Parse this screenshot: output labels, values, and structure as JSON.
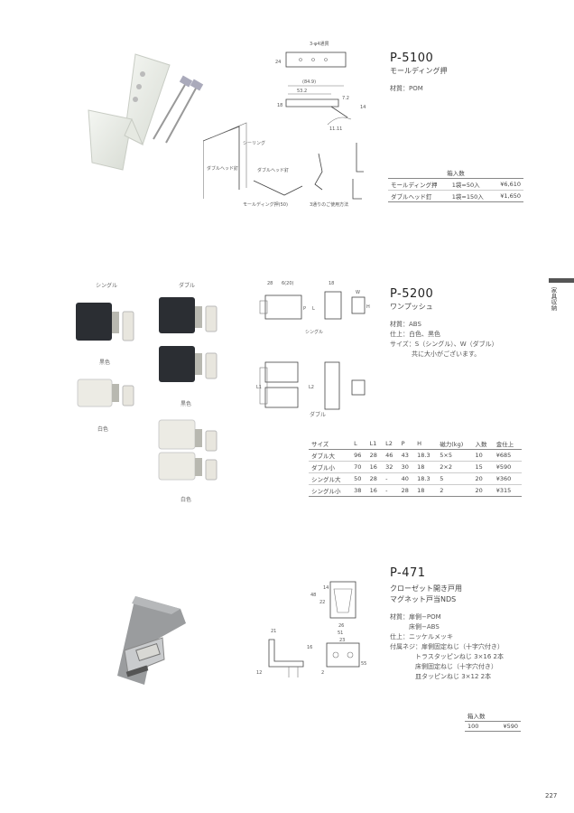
{
  "side_tab": {
    "label": "家具収納"
  },
  "page_number": "227",
  "p5100": {
    "code": "P-5100",
    "name": "モールディング押",
    "material": "材質：POM",
    "drawing": {
      "hole": "3-φ4通貫",
      "d24": "24",
      "d849": "(84.9)",
      "d532": "53.2",
      "d18": "18",
      "d72": "7.2",
      "d14": "14",
      "d1111": "11.11",
      "ceiling": "シーリング",
      "nail1": "ダブルヘッド釘",
      "nail2": "ダブルヘッド釘",
      "molding": "モールディング押(50)",
      "usage": "3通りのご使用方法"
    },
    "table": {
      "header": "箱入数",
      "rows": [
        [
          "モールディング押",
          "1袋=50入",
          "¥6,610"
        ],
        [
          "ダブルヘッド釘",
          "1袋=150入",
          "¥1,650"
        ]
      ]
    }
  },
  "p5200": {
    "code": "P-5200",
    "name": "ワンプッシュ",
    "specs": [
      "材質：ABS",
      "仕上：白色、黒色",
      "サイズ：S（シングル）、W（ダブル）",
      "共に大小がございます。"
    ],
    "photo_labels": {
      "single": "シングル",
      "double": "ダブル",
      "black1": "黒色",
      "white1": "白色",
      "black2": "黒色",
      "white2": "白色"
    },
    "drawing": {
      "single": "シングル",
      "double": "ダブル",
      "d28": "28",
      "d60": "6(20)",
      "d18": "18",
      "L": "L",
      "L1": "L1",
      "L2": "L2",
      "P": "P",
      "W": "W",
      "H": "H"
    },
    "table": {
      "headers": [
        "サイズ",
        "L",
        "L1",
        "L2",
        "P",
        "H",
        "磁力(kg)",
        "入数",
        "金仕上"
      ],
      "rows": [
        [
          "ダブル大",
          "96",
          "28",
          "46",
          "43",
          "18.3",
          "5×5",
          "10",
          "¥685"
        ],
        [
          "ダブル小",
          "70",
          "16",
          "32",
          "30",
          "18",
          "2×2",
          "15",
          "¥590"
        ],
        [
          "シングル大",
          "50",
          "28",
          "-",
          "40",
          "18.3",
          "5",
          "20",
          "¥360"
        ],
        [
          "シングル小",
          "38",
          "16",
          "-",
          "28",
          "18",
          "2",
          "20",
          "¥315"
        ]
      ]
    }
  },
  "p471": {
    "code": "P-471",
    "name_lines": [
      "クローゼット開き戸用",
      "マグネット戸当NDS"
    ],
    "specs": [
      "材質：扉側−POM",
      "　　　床側−ABS",
      "仕上：ニッケルメッキ",
      "付属ネジ：扉側固定ねじ（十字穴付き）",
      "　　トラスタッピンねじ 3×16 2本",
      "　　床側固定ねじ（十字穴付き）",
      "　　皿タッピンねじ 3×12 2本"
    ],
    "drawing": {
      "d48": "48",
      "d22": "22",
      "d14": "14",
      "d26": "26",
      "d51": "51",
      "d23": "23",
      "d21": "21",
      "d12": "12",
      "d16": "16",
      "d55": "55",
      "d2": "2"
    },
    "table": {
      "header": "箱入数",
      "qty": "100",
      "price": "¥590"
    }
  }
}
